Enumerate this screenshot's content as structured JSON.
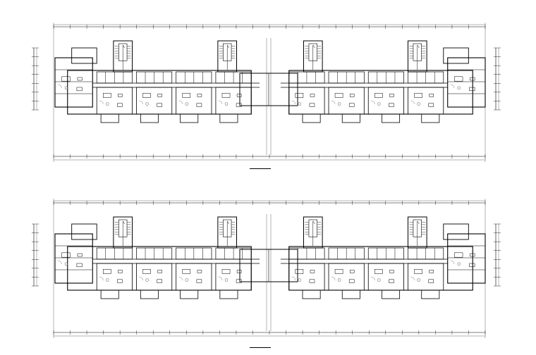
{
  "drawing": {
    "type": "architectural-floor-plan",
    "colors": {
      "background": "#ffffff",
      "line": "#000000",
      "furniture": "#555555"
    },
    "plans": [
      {
        "title": "",
        "wings": 2,
        "units_per_wing": 4,
        "stair_cores_per_wing": 2
      },
      {
        "title": "",
        "wings": 2,
        "units_per_wing": 4,
        "stair_cores_per_wing": 2
      }
    ]
  }
}
